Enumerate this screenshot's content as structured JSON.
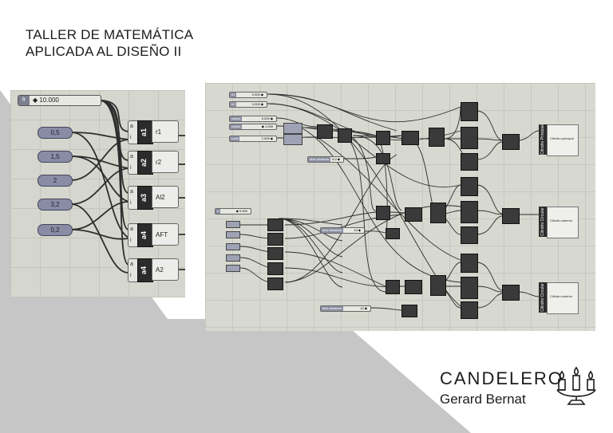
{
  "header": {
    "line1": "TALLER DE MATEMÁTICA",
    "line2": "APLICADA AL DISEÑO II"
  },
  "left_canvas": {
    "slider": {
      "tag": "fr",
      "value": "◆ 10.000"
    },
    "panels": [
      "0,5",
      "1,5",
      "2",
      "3,2",
      "0,2"
    ],
    "components": [
      {
        "name": "a1",
        "inputs": [
          "a",
          "i"
        ],
        "output": "r1"
      },
      {
        "name": "a2",
        "inputs": [
          "a",
          "i"
        ],
        "output": "r2"
      },
      {
        "name": "a3",
        "inputs": [
          "a",
          "i"
        ],
        "output": "Al2"
      },
      {
        "name": "a4",
        "inputs": [
          "a",
          "i"
        ],
        "output": "AFT"
      },
      {
        "name": "a4",
        "inputs": [
          "a",
          "i"
        ],
        "output": "A2"
      }
    ]
  },
  "right_canvas": {
    "top_sliders": [
      {
        "tag": "b1",
        "value": "0.000 ◆"
      },
      {
        "tag": "b2",
        "value": "0.000 ◆"
      }
    ],
    "mid_sliders": [
      {
        "tag": "radius",
        "value": "0.000 ◆"
      },
      {
        "tag": "radius",
        "value": "◆ 1.000"
      },
      {
        "tag": "Limit",
        "value": "1.000 ◆"
      }
    ],
    "divider_sliders": [
      {
        "tag": "Max divisions",
        "value": "8.0 ◆"
      },
      {
        "tag": "Max divisions",
        "value": "10 ◆"
      },
      {
        "tag": "Max divisions",
        "value": "12 ◆"
      }
    ],
    "left_slider": {
      "tag": "u",
      "value": "◆ 0.000"
    },
    "outputs": [
      {
        "label": "Cilindro Principal",
        "note": "Cilindro principal"
      },
      {
        "label": "Cilindro Circular",
        "note": "Cilindro anterior"
      },
      {
        "label": "Cilindro Circular",
        "note": "Cilindro exterior"
      }
    ]
  },
  "brand": {
    "title": "CANDELERO",
    "author": "Gerard Bernat",
    "icon": "candelabra-icon"
  },
  "colors": {
    "grey_shape": "#c6c6c6",
    "canvas": "#d5d6cd",
    "wire": "#2d2d2d"
  }
}
